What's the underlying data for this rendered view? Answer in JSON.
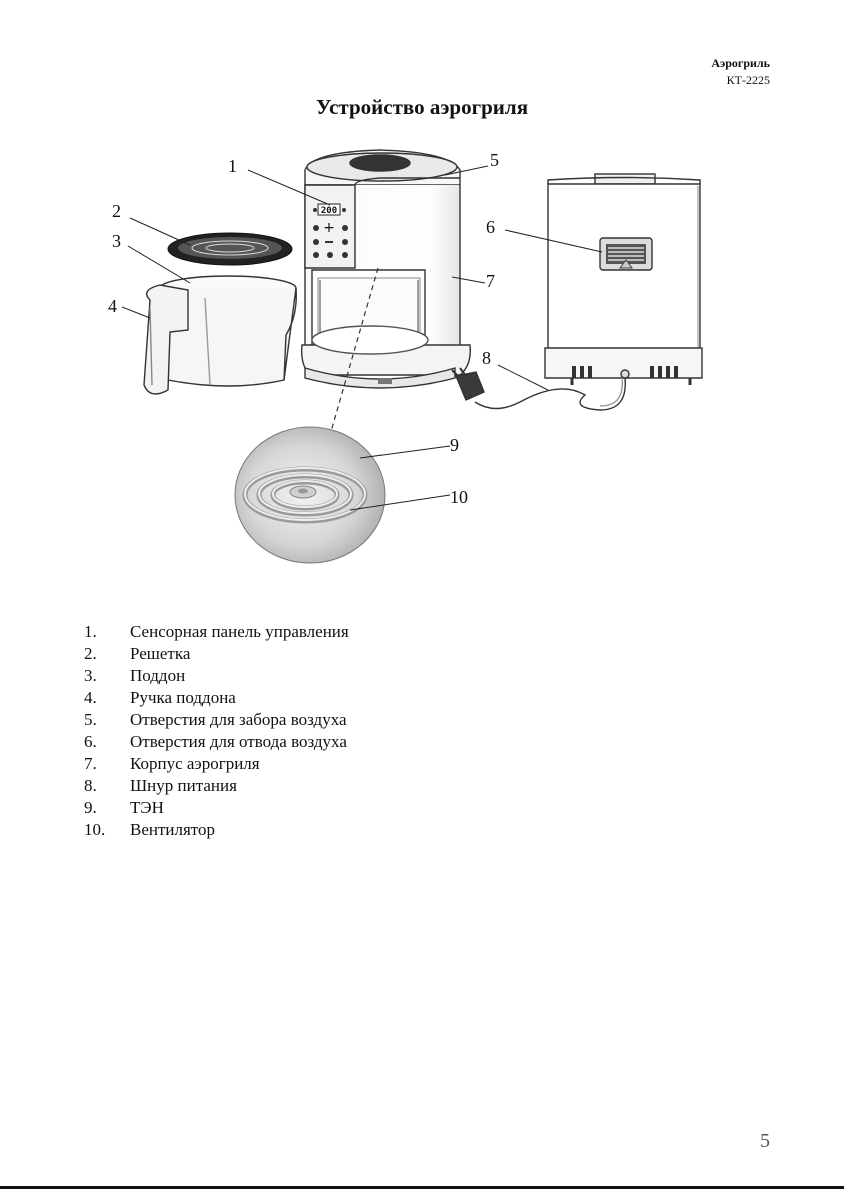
{
  "header": {
    "brand": "Аэрогриль",
    "model": "КТ-2225"
  },
  "title": "Устройство аэрогриля",
  "display_readout": "200",
  "callouts": [
    "1",
    "2",
    "3",
    "4",
    "5",
    "6",
    "7",
    "8",
    "9",
    "10"
  ],
  "legend": [
    {
      "num": "1.",
      "text": "Сенсорная панель управления"
    },
    {
      "num": "2.",
      "text": "Решетка"
    },
    {
      "num": "3.",
      "text": "Поддон"
    },
    {
      "num": "4.",
      "text": "Ручка поддона"
    },
    {
      "num": "5.",
      "text": "Отверстия для забора воздуха"
    },
    {
      "num": "6.",
      "text": "Отверстия для отвода воздуха"
    },
    {
      "num": "7.",
      "text": "Корпус аэрогриля"
    },
    {
      "num": "8.",
      "text": "Шнур питания"
    },
    {
      "num": "9.",
      "text": "ТЭН"
    },
    {
      "num": "10.",
      "text": "Вентилятор"
    }
  ],
  "page_number": "5"
}
